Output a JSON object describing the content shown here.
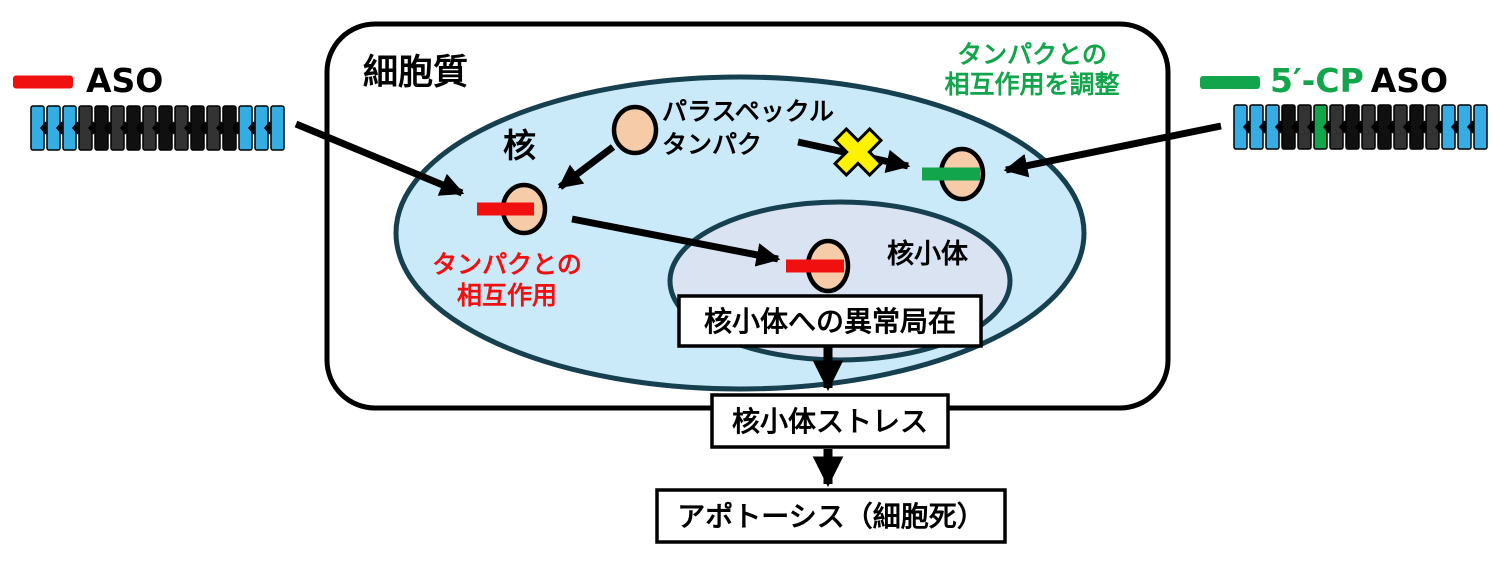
{
  "colors": {
    "red": "#F01010",
    "green": "#12A54C",
    "blue_bar": "#33ADE3",
    "black_bar": "#101010",
    "dark_bar": "#333333",
    "nucleus_fill": "#CBEAF9",
    "nucleus_stroke": "#16404F",
    "nucleolus_fill": "#DAE3F2",
    "protein_fill": "#F6CBA7",
    "yellow": "#FFF200",
    "box_fill": "#FFFFFF",
    "outline": "#000000"
  },
  "legend_left": {
    "label": "ASO"
  },
  "legend_right": {
    "prefix": "5′-CP",
    "suffix": "ASO"
  },
  "oligo_left": {
    "pattern": [
      "blue",
      "blue",
      "blue",
      "dark",
      "black",
      "dark",
      "black",
      "dark",
      "black",
      "dark",
      "black",
      "dark",
      "black",
      "blue",
      "blue",
      "blue"
    ]
  },
  "oligo_right": {
    "pattern": [
      "blue",
      "blue",
      "blue",
      "black",
      "dark",
      "green",
      "dark",
      "black",
      "dark",
      "black",
      "dark",
      "black",
      "dark",
      "blue",
      "blue",
      "blue"
    ]
  },
  "cell": {
    "label": "細胞質"
  },
  "nucleus": {
    "label": "核"
  },
  "nucleolus": {
    "label": "核小体"
  },
  "paraspeckle": {
    "label_line1": "パラスペックル",
    "label_line2": "タンパク"
  },
  "interaction_red": {
    "line1": "タンパクとの",
    "line2": "相互作用"
  },
  "interaction_green": {
    "line1": "タンパクとの",
    "line2": "相互作用を調整"
  },
  "boxes": {
    "mislocalization": "核小体への異常局在",
    "stress": "核小体ストレス",
    "apoptosis": "アポトーシス（細胞死）"
  }
}
